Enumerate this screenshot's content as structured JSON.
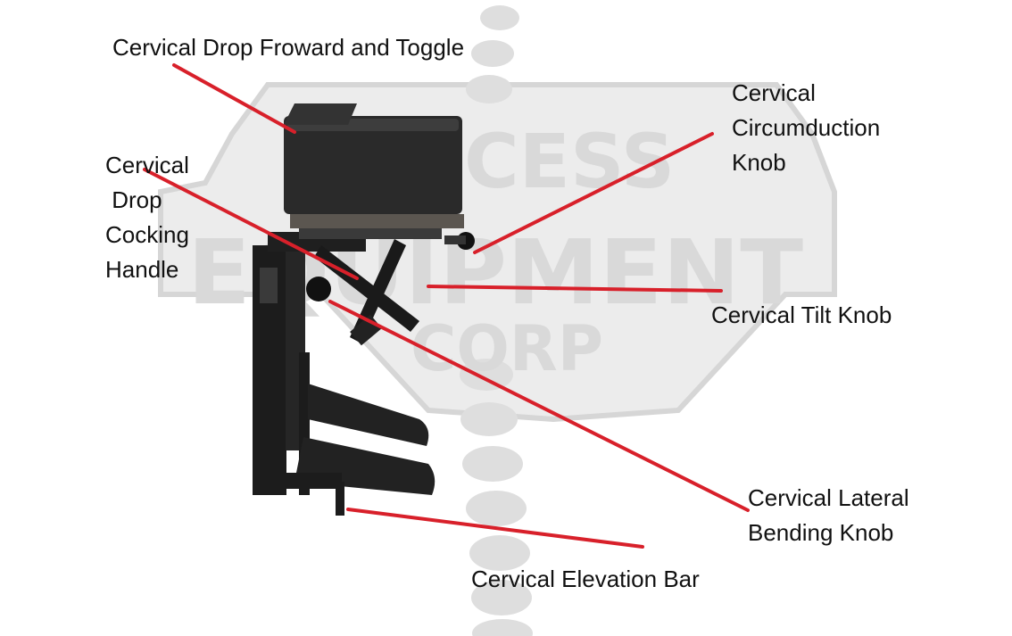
{
  "watermark": {
    "line1": "CESS",
    "line2": "EQUIPMENT",
    "line3": "CORP",
    "color": "#d9d9d9"
  },
  "labels": {
    "drop_forward": "Cervical Drop Froward and Toggle",
    "circumduction": [
      "Cervical",
      "Circumduction",
      "Knob"
    ],
    "cocking": [
      "Cervical",
      " Drop",
      "Cocking",
      "Handle"
    ],
    "tilt": "Cervical Tilt Knob",
    "lateral": [
      "Cervical Lateral",
      "Bending Knob"
    ],
    "elevation": "Cervical Elevation Bar"
  },
  "colors": {
    "leader_line": "#d8202a",
    "device_dark": "#1c1c1c",
    "pad": "#2a2a2a"
  }
}
